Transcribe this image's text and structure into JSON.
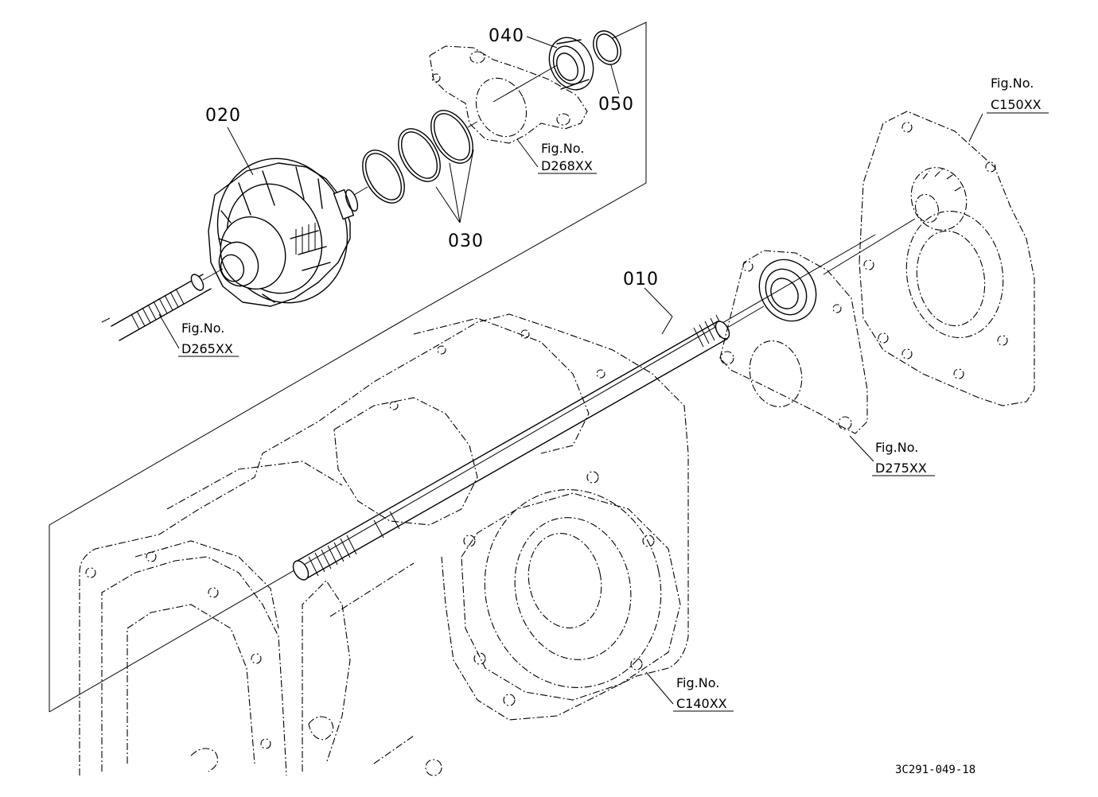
{
  "parts": [
    {
      "id": "010",
      "label": "010"
    },
    {
      "id": "020",
      "label": "020"
    },
    {
      "id": "030",
      "label": "030"
    },
    {
      "id": "040",
      "label": "040"
    },
    {
      "id": "050",
      "label": "050"
    }
  ],
  "figure_refs": [
    {
      "id": "d268",
      "title": "Fig.No.",
      "code": "D268XX"
    },
    {
      "id": "c150",
      "title": "Fig.No.",
      "code": "C150XX"
    },
    {
      "id": "d265",
      "title": "Fig.No.",
      "code": "D265XX"
    },
    {
      "id": "d275",
      "title": "Fig.No.",
      "code": "D275XX"
    },
    {
      "id": "c140",
      "title": "Fig.No.",
      "code": "C140XX"
    }
  ],
  "drawing_code": "3C291-049-18"
}
